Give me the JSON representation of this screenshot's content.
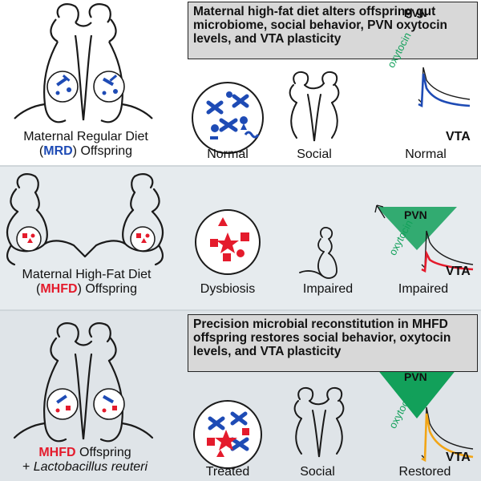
{
  "panels": {
    "top": {
      "callout": "Maternal high-fat diet alters offspring gut microbiome, social behavior, PVN oxytocin levels, and VTA plasticity",
      "group_line1": "Maternal Regular Diet",
      "group_paren_open": "(",
      "group_abbr": "MRD",
      "group_line2_rest": ") Offspring",
      "microbiome_label": "Normal",
      "behavior_label": "Social",
      "plasticity_label": "Normal"
    },
    "middle": {
      "group_line1": "Maternal High-Fat Diet",
      "group_paren_open": "(",
      "group_abbr": "MHFD",
      "group_line2_rest": ") Offspring",
      "microbiome_label": "Dysbiosis",
      "behavior_label": "Impaired",
      "plasticity_label": "Impaired"
    },
    "bottom": {
      "callout": "Precision microbial reconstitution in MHFD offspring restores social behavior, oxytocin levels, and VTA plasticity",
      "group_abbr": "MHFD",
      "group_line1_rest": " Offspring",
      "group_line2_prefix": "+ ",
      "group_line2_italic": "Lactobacillus reuteri",
      "microbiome_label": "Treated",
      "behavior_label": "Social",
      "plasticity_label": "Restored"
    }
  },
  "circuit": {
    "pvn_label": "PVN",
    "oxytocin_label": "oxytocin",
    "vta_label": "VTA"
  },
  "colors": {
    "mrd_blue": "#1e4bb5",
    "mhfd_red": "#e41b2c",
    "restored_orange": "#f2a515",
    "oxytocin_green": "#12a05a",
    "callout_gray": "#d8d8d8",
    "middle_band": "#e6ebee",
    "bottom_band": "#dfe4e8"
  }
}
